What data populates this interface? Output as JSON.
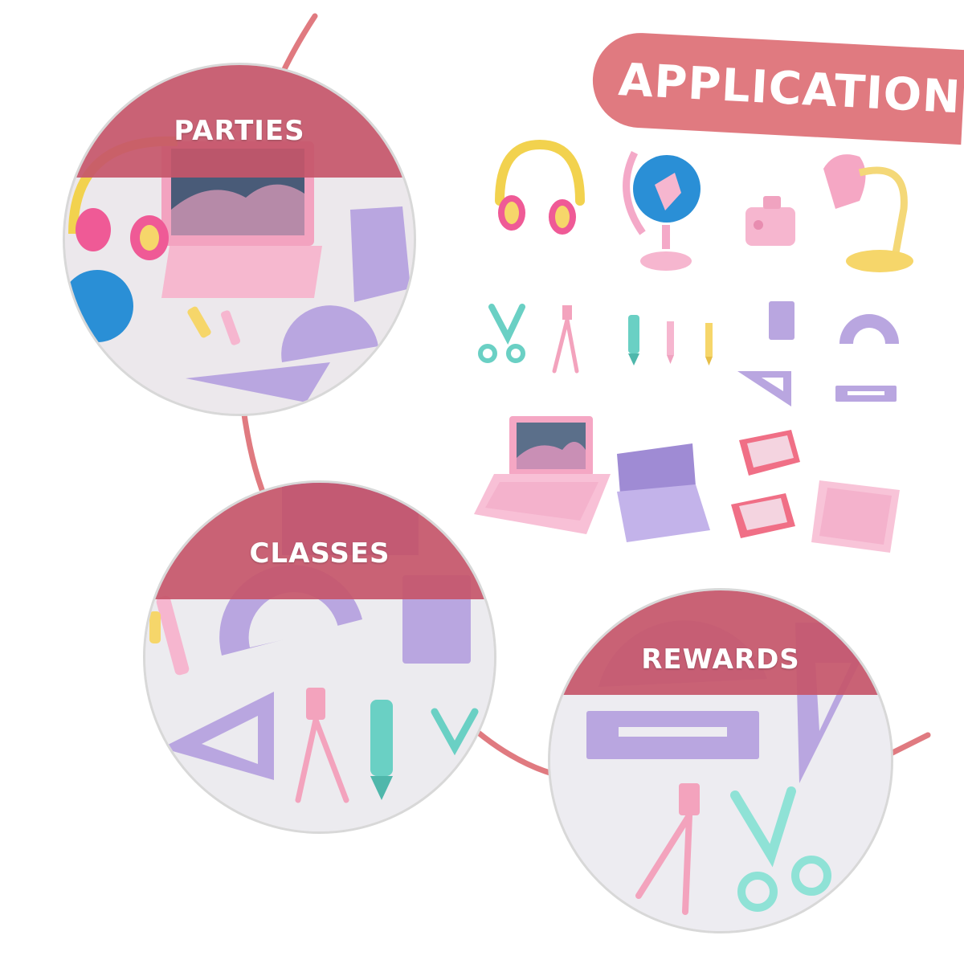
{
  "title": "APPLICATION",
  "scenes": [
    {
      "label": "PARTIES"
    },
    {
      "label": "CLASSES"
    },
    {
      "label": "REWARDS"
    }
  ],
  "colors": {
    "brand_pink": "#e07a80",
    "band_red": "#c5566a",
    "connector": "#e07a80",
    "pastel_pink": "#f6b6cf",
    "pastel_purple": "#b9a6e0",
    "pastel_teal": "#7fd6cc",
    "pastel_yellow": "#f6d66a",
    "globe_blue": "#2a8fd6"
  },
  "products": [
    {
      "icon": "headphones-icon"
    },
    {
      "icon": "globe-icon"
    },
    {
      "icon": "pencil-sharpener-icon"
    },
    {
      "icon": "desk-lamp-icon"
    },
    {
      "icon": "scissors-icon"
    },
    {
      "icon": "compass-icon"
    },
    {
      "icon": "crayon-icon"
    },
    {
      "icon": "pencil-icon"
    },
    {
      "icon": "notepad-icon"
    },
    {
      "icon": "protractor-icon"
    },
    {
      "icon": "set-square-icon"
    },
    {
      "icon": "ruler-icon"
    },
    {
      "icon": "laptop-icon"
    },
    {
      "icon": "calculator-icon"
    },
    {
      "icon": "book-icon"
    },
    {
      "icon": "tablet-icon"
    }
  ]
}
